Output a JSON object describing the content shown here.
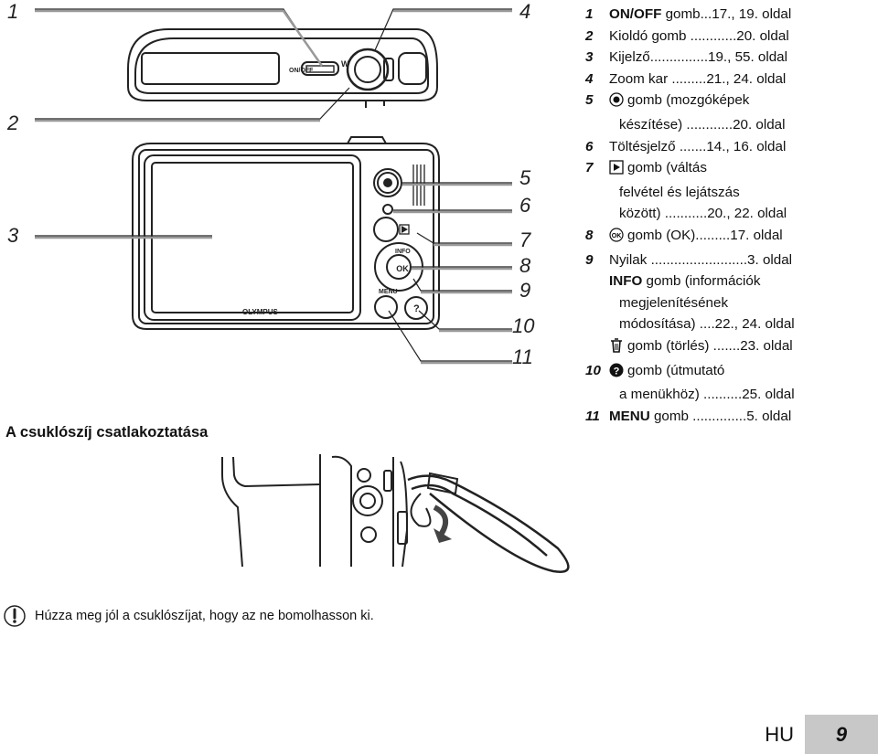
{
  "callouts": {
    "c1": "1",
    "c2": "2",
    "c3": "3",
    "c4": "4",
    "c5": "5",
    "c6": "6",
    "c7": "7",
    "c8": "8",
    "c9": "9",
    "c10": "10",
    "c11": "11"
  },
  "camera": {
    "onoff_label": "ON/OFF",
    "zoom_w": "W",
    "info_label": "INFO",
    "ok_label": "OK",
    "menu_label": "MENU",
    "brand": "OLYMPUS"
  },
  "legend": [
    {
      "num": "1",
      "key": "ON/OFF",
      "text": " gomb...17., 19. oldal"
    },
    {
      "num": "2",
      "text": "Kioldó gomb ............20. oldal"
    },
    {
      "num": "3",
      "text": "Kijelző...............19., 55. oldal"
    },
    {
      "num": "4",
      "text": "Zoom kar .........21., 24. oldal"
    },
    {
      "num": "5",
      "icon": "movie-record-icon",
      "text": "gomb (mozgóképek",
      "cont": [
        "készítése) ............20. oldal"
      ]
    },
    {
      "num": "6",
      "text": "Töltésjelző .......14., 16. oldal"
    },
    {
      "num": "7",
      "icon": "play-icon",
      "text": "gomb (váltás",
      "cont": [
        "felvétel és lejátszás",
        "között) ...........20., 22. oldal"
      ]
    },
    {
      "num": "8",
      "icon": "ok-icon",
      "text": "gomb (OK).........17. oldal"
    },
    {
      "num": "9",
      "text": "Nyilak .........................3. oldal"
    },
    {
      "num": "",
      "key": "INFO",
      "text": " gomb (információk",
      "cont": [
        "megjelenítésének",
        "módosítása) ....22., 24. oldal"
      ]
    },
    {
      "num": "",
      "icon": "trash-icon",
      "text": "gomb (törlés) .......23. oldal"
    },
    {
      "num": "10",
      "icon": "help-icon",
      "text": "gomb (útmutató",
      "cont": [
        "a menükhöz) ..........25. oldal"
      ]
    },
    {
      "num": "11",
      "key": "MENU",
      "text": " gomb ..............5. oldal"
    }
  ],
  "section_title": "A csuklószíj csatlakoztatása",
  "warning": "Húzza meg jól a csuklószíjat, hogy az ne bomolhasson ki.",
  "footer": {
    "lang": "HU",
    "page": "9"
  }
}
